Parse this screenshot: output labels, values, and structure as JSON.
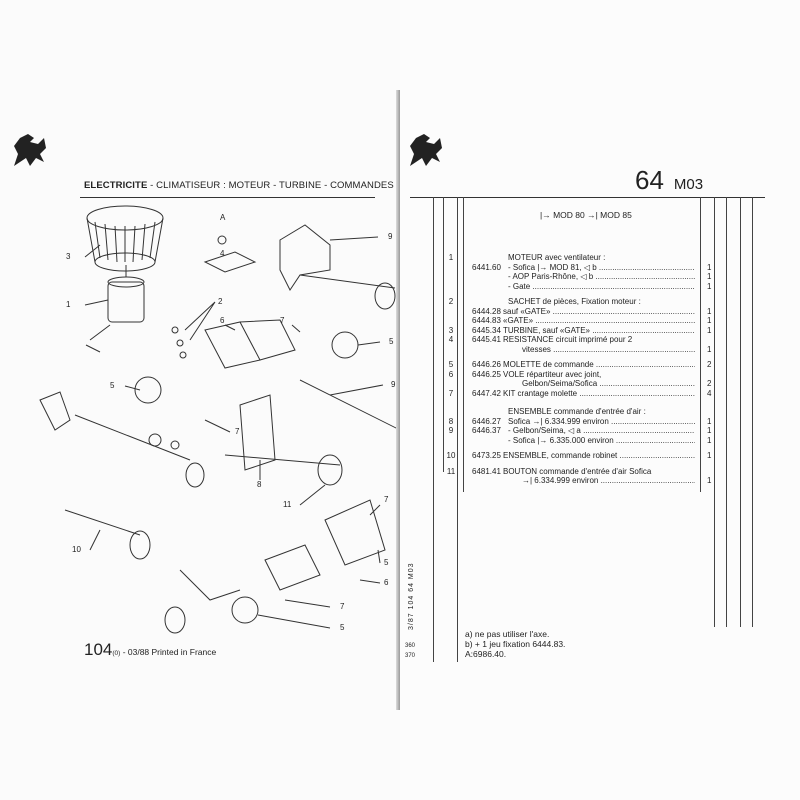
{
  "left_page": {
    "title_bold": "ELECTRICITE",
    "title_rest": " - CLIMATISEUR : MOTEUR - TURBINE - COMMANDES",
    "footer_page": "104",
    "footer_sub": "(0)",
    "footer_text": " - 03/88 Printed in France",
    "callouts": [
      "3",
      "1",
      "2",
      "A",
      "4",
      "9",
      "6",
      "7",
      "5",
      "9",
      "5",
      "7",
      "8",
      "11",
      "10",
      "7",
      "5",
      "6",
      "7",
      "5"
    ]
  },
  "right_page": {
    "section": "64",
    "code": "M03",
    "mod_header": "|→ MOD 80 →| MOD 85",
    "rows": [
      {
        "n": "1",
        "ref": "",
        "desc": "MOTEUR avec ventilateur :",
        "qty": ""
      },
      {
        "n": "",
        "ref": "6441.60",
        "desc": "- Sofica |→ MOD 81, ◁ b",
        "qty": "1"
      },
      {
        "n": "",
        "ref": "",
        "desc": "- AOP Paris-Rhône, ◁ b",
        "qty": "1"
      },
      {
        "n": "",
        "ref": "",
        "desc": "- Gate",
        "qty": "1"
      },
      {
        "n": "2",
        "ref": "",
        "desc": "SACHET de pièces, Fixation moteur :",
        "qty": ""
      },
      {
        "n": "",
        "ref": "6444.28",
        "desc": "sauf «GATE»",
        "qty": "1"
      },
      {
        "n": "",
        "ref": "6444.83",
        "desc": "«GATE»",
        "qty": "1"
      },
      {
        "n": "3",
        "ref": "6445.34",
        "desc": "TURBINE, sauf «GATE»",
        "qty": "1"
      },
      {
        "n": "4",
        "ref": "6445.41",
        "desc": "RESISTANCE circuit imprimé pour 2",
        "qty": ""
      },
      {
        "n": "",
        "ref": "",
        "desc": "vitesses",
        "qty": "1"
      },
      {
        "n": "5",
        "ref": "6446.26",
        "desc": "MOLETTE de commande",
        "qty": "2"
      },
      {
        "n": "6",
        "ref": "6446.25",
        "desc": "VOLE répartiteur avec joint,",
        "qty": ""
      },
      {
        "n": "",
        "ref": "",
        "desc": "Gelbon/Seima/Sofica",
        "qty": "2"
      },
      {
        "n": "7",
        "ref": "6447.42",
        "desc": "KIT crantage molette",
        "qty": "4"
      },
      {
        "n": "",
        "ref": "",
        "desc": "ENSEMBLE commande d'entrée d'air :",
        "qty": ""
      },
      {
        "n": "8",
        "ref": "6446.27",
        "desc": "Sofica →| 6.334.999 environ",
        "qty": "1"
      },
      {
        "n": "9",
        "ref": "6446.37",
        "desc": "- Gelbon/Seima, ◁ a",
        "qty": "1"
      },
      {
        "n": "",
        "ref": "",
        "desc": "- Sofica |→ 6.335.000 environ",
        "qty": "1"
      },
      {
        "n": "10",
        "ref": "6473.25",
        "desc": "ENSEMBLE, commande robinet",
        "qty": "1"
      },
      {
        "n": "11",
        "ref": "6481.41",
        "desc": "BOUTON commande d'entrée d'air Sofica",
        "qty": ""
      },
      {
        "n": "",
        "ref": "",
        "desc": "→| 6.334.999 environ",
        "qty": "1"
      }
    ],
    "margin_vertical": "3/87   104   64   M03",
    "margin_360": "360",
    "margin_370": "370",
    "notes": [
      "a) ne pas utiliser l'axe.",
      "b) + 1 jeu fixation 6444.83.",
      "A:6986.40."
    ]
  }
}
